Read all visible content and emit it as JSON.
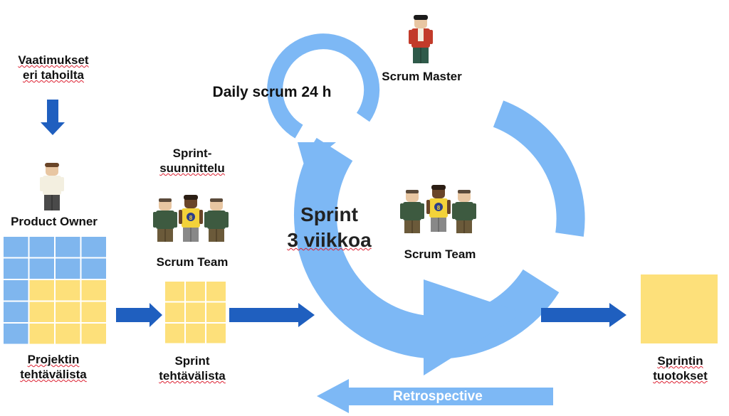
{
  "labels": {
    "requirements": [
      "Vaatimukset",
      "eri tahoilta"
    ],
    "product_owner": "Product Owner",
    "sprint_planning": [
      "Sprint-",
      "suunnittelu"
    ],
    "scrum_team_left": "Scrum Team",
    "daily_scrum": "Daily scrum 24 h",
    "scrum_master": "Scrum Master",
    "sprint": [
      "Sprint",
      "3 viikkoa"
    ],
    "scrum_team_center": "Scrum Team",
    "project_backlog": [
      "Projektin",
      "tehtävälista"
    ],
    "sprint_backlog": [
      "Sprint",
      "tehtävälista"
    ],
    "sprint_output": [
      "Sprintin",
      "tuotokset"
    ],
    "retrospective": "Retrospective"
  },
  "colors": {
    "cycle_blue": "#7db8f5",
    "arrow_dark_blue": "#1f5fbf",
    "grid_blue": "#7fb6ee",
    "grid_yellow": "#fde07a",
    "figure_shirt_red": "#c23b2a",
    "figure_shirt_green": "#3c5a3e",
    "figure_shirt_yellow": "#f2d23a"
  },
  "icons": [
    "person-figure-icon",
    "team-figures-icon",
    "cycle-arrow-icon",
    "down-arrow-icon",
    "right-arrow-icon",
    "left-arrow-icon"
  ]
}
